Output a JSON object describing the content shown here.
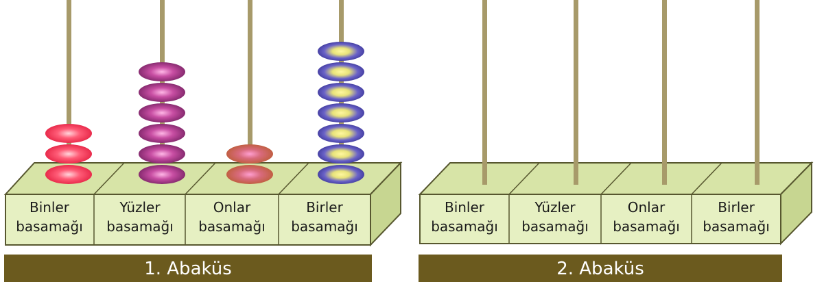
{
  "colors": {
    "rod": "#a79a6a",
    "box_face": "#e6f0c2",
    "box_top": "#d7e4a7",
    "box_side": "#c7d691",
    "box_line": "#57572f",
    "plate": "#6b5a1e",
    "bead_red": "#ff3355",
    "bead_magenta": "#a83a86",
    "bead_orange": "#c86a4e",
    "bead_blue": "#5a4fb8"
  },
  "abacus1": {
    "title": "1. Abaküs",
    "columns": [
      {
        "line1": "Binler",
        "line2": "basamağı",
        "beads": 3,
        "bead_color": "bead_red"
      },
      {
        "line1": "Yüzler",
        "line2": "basamağı",
        "beads": 6,
        "bead_color": "bead_magenta"
      },
      {
        "line1": "Onlar",
        "line2": "basamağı",
        "beads": 2,
        "bead_color": "bead_orange"
      },
      {
        "line1": "Birler",
        "line2": "basamağı",
        "beads": 7,
        "bead_color": "bead_blue"
      }
    ]
  },
  "abacus2": {
    "title": "2. Abaküs",
    "columns": [
      {
        "line1": "Binler",
        "line2": "basamağı",
        "beads": 0
      },
      {
        "line1": "Yüzler",
        "line2": "basamağı",
        "beads": 0
      },
      {
        "line1": "Onlar",
        "line2": "basamağı",
        "beads": 0
      },
      {
        "line1": "Birler",
        "line2": "basamağı",
        "beads": 0
      }
    ]
  }
}
